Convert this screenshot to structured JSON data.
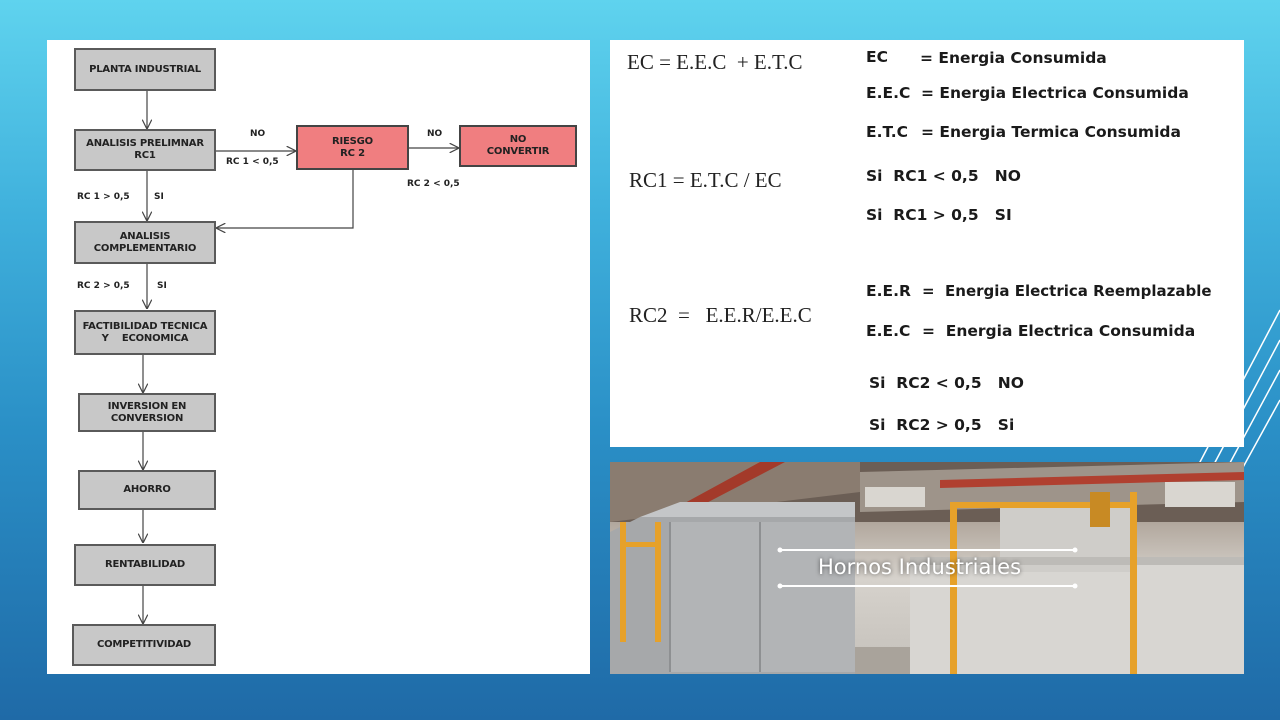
{
  "flowchart": {
    "boxes": {
      "planta": [
        "PLANTA INDUSTRIAL"
      ],
      "analisis_preliminar": [
        "ANALISIS PRELIMNAR",
        "RC1"
      ],
      "riesgo": [
        "RIESGO",
        "RC 2"
      ],
      "no_convertir": [
        "NO",
        "CONVERTIR"
      ],
      "analisis_complementario": [
        "ANALISIS",
        "COMPLEMENTARIO"
      ],
      "factibilidad": [
        "FACTIBILIDAD TECNICA",
        "Y    ECONOMICA"
      ],
      "inversion": [
        "INVERSION EN",
        "CONVERSION"
      ],
      "ahorro": [
        "AHORRO"
      ],
      "rentabilidad": [
        "RENTABILIDAD"
      ],
      "competitividad": [
        "COMPETITIVIDAD"
      ]
    },
    "labels": {
      "no_1": "NO",
      "rc1_lt": "RC 1 < 0,5",
      "no_2": "NO",
      "rc2_lt": "RC 2 < 0,5",
      "rc1_gt": "RC 1 > 0,5",
      "si_1": "SI",
      "rc2_gt": "RC 2 > 0,5",
      "si_2": "SI"
    }
  },
  "formulas": {
    "ec": "EC = E.E.C  + E.T.C",
    "rc1": "RC1 = E.T.C / EC",
    "rc2": "RC2  =   E.E.R/E.E.C"
  },
  "definitions": {
    "ec_term": "EC",
    "ec_def": "= Energia Consumida",
    "eec_term": "E.E.C",
    "eec_def": "= Energia Electrica Consumida",
    "etc_term": "E.T.C",
    "etc_def": "= Energia Termica Consumida",
    "rc1_lt": "Si  RC1 < 0,5   NO",
    "rc1_gt": "Si  RC1 > 0,5   SI",
    "eer_term": "E.E.R",
    "eer_def": "=  Energia Electrica Reemplazable",
    "eec2_term": "E.E.C",
    "eec2_def": "=  Energia Electrica Consumida",
    "rc2_lt": "Si  RC2 < 0,5   NO",
    "rc2_gt": "Si  RC2 > 0,5   Si"
  },
  "photo": {
    "caption": "Hornos Industriales"
  },
  "colors": {
    "box_gray": "#c8c8c8",
    "box_red": "#f07e80"
  }
}
